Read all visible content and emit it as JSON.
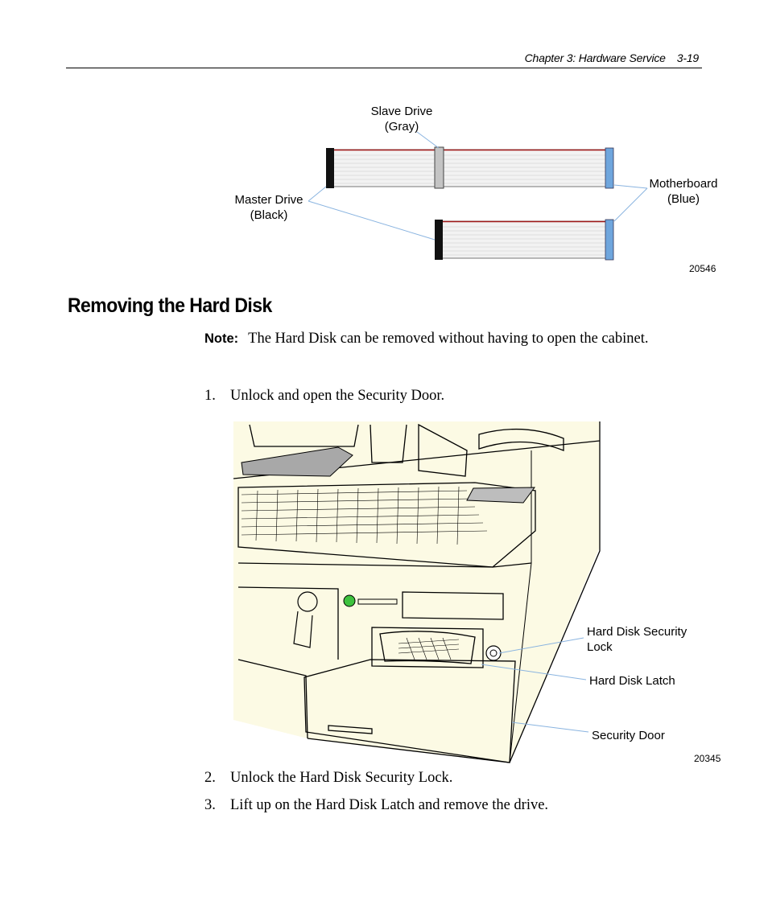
{
  "header": {
    "chapter": "Chapter 3:  Hardware Service",
    "page": "3-19"
  },
  "cable_figure": {
    "slave_label": [
      "Slave Drive",
      "(Gray)"
    ],
    "master_label": [
      "Master Drive",
      "(Black)"
    ],
    "motherboard_label": [
      "Motherboard",
      "(Blue)"
    ],
    "figure_number": "20546"
  },
  "section": {
    "title": "Removing the Hard Disk",
    "note_label": "Note:",
    "note_text": "The Hard Disk can be removed without having to open the cabinet."
  },
  "steps": [
    {
      "num": "1.",
      "text": "Unlock and open the Security Door."
    },
    {
      "num": "2.",
      "text": "Unlock the Hard Disk Security Lock."
    },
    {
      "num": "3.",
      "text": "Lift up on the Hard Disk Latch and remove the drive."
    }
  ],
  "terminal_figure": {
    "callouts": {
      "security_lock": [
        "Hard Disk Security",
        "Lock"
      ],
      "latch": "Hard Disk Latch",
      "door": "Security Door"
    },
    "figure_number": "20345"
  },
  "colors": {
    "cable_fill": "#f2f2f2",
    "cable_edge_red": "#a01818",
    "connector_black": "#111111",
    "connector_gray": "#c4c4c4",
    "connector_blue": "#6fa6dd",
    "leader_line": "#8ab4e0",
    "figure_bg": "#fcfae4",
    "indicator_green": "#3ec23e"
  }
}
